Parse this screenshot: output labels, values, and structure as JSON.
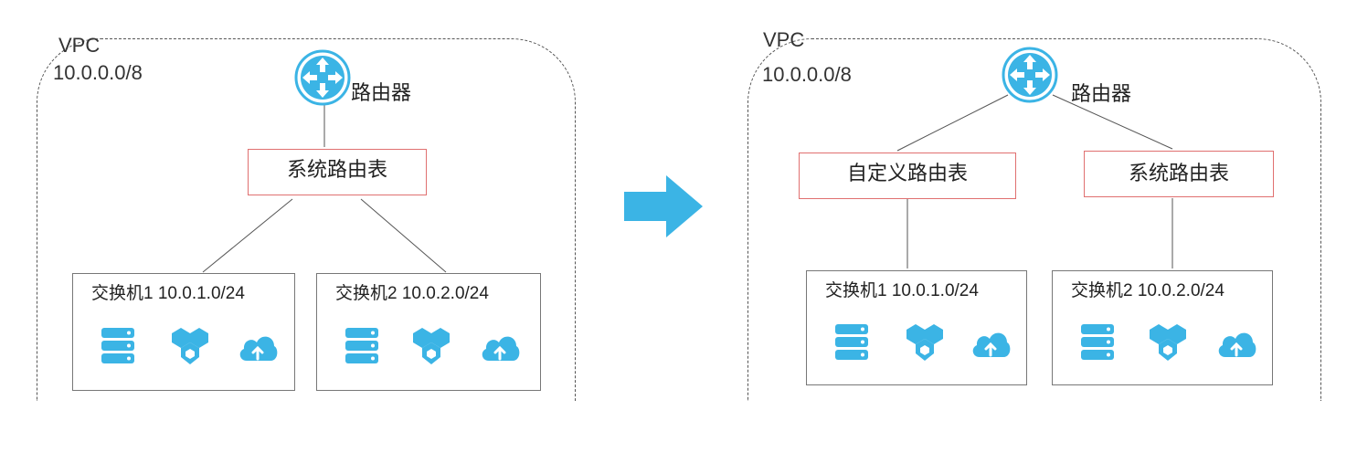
{
  "colors": {
    "accent": "#3bb4e5",
    "table_border": "#e07070",
    "frame": "#555555"
  },
  "left_vpc": {
    "title": "VPC",
    "cidr": "10.0.0.0/8",
    "router_label": "路由器",
    "route_table": "系统路由表",
    "switches": [
      {
        "label": "交换机1 10.0.1.0/24",
        "icons": [
          "server-icon",
          "container-icon",
          "cloud-upload-icon"
        ]
      },
      {
        "label": "交换机2 10.0.2.0/24",
        "icons": [
          "server-icon",
          "container-icon",
          "cloud-upload-icon"
        ]
      }
    ]
  },
  "right_vpc": {
    "title": "VPC",
    "cidr": "10.0.0.0/8",
    "router_label": "路由器",
    "route_tables": [
      "自定义路由表",
      "系统路由表"
    ],
    "switches": [
      {
        "label": "交换机1 10.0.1.0/24",
        "icons": [
          "server-icon",
          "container-icon",
          "cloud-upload-icon"
        ]
      },
      {
        "label": "交换机2 10.0.2.0/24",
        "icons": [
          "server-icon",
          "container-icon",
          "cloud-upload-icon"
        ]
      }
    ]
  },
  "transition_arrow": "arrow-right-icon"
}
